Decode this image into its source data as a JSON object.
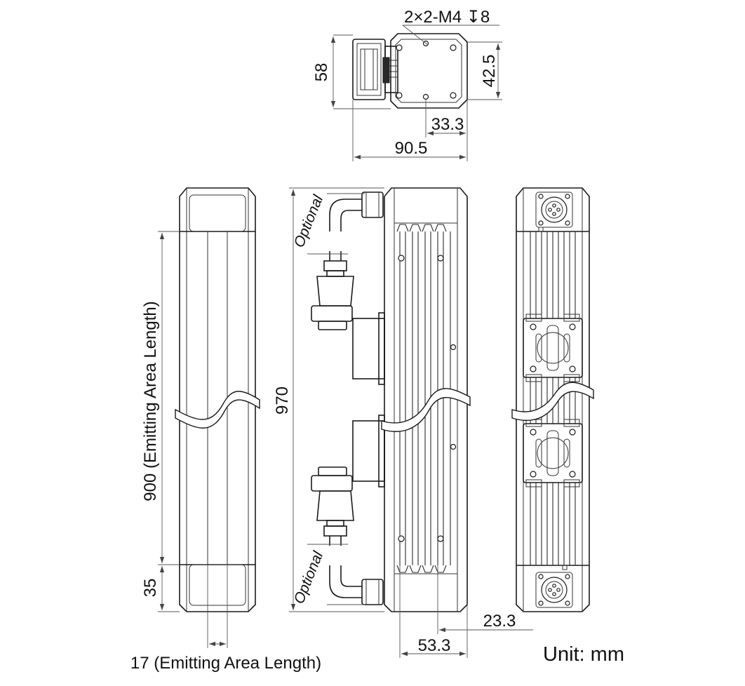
{
  "drawing": {
    "top_view": {
      "hole_callout": "2×2-M4 ↧8",
      "height_total": "58",
      "height_inner": "42.5",
      "offset": "33.3",
      "width_total": "90.5"
    },
    "left_view": {
      "emitting_length": "900 (Emitting Area Length)",
      "end_cap": "35",
      "emitting_width": "17 (Emitting Area Length)"
    },
    "middle_view": {
      "total_length": "970",
      "option_top": "Optional",
      "option_bottom": "Optional",
      "width_total": "53.3",
      "width_offset": "23.3"
    },
    "unit_label": "Unit: mm"
  }
}
